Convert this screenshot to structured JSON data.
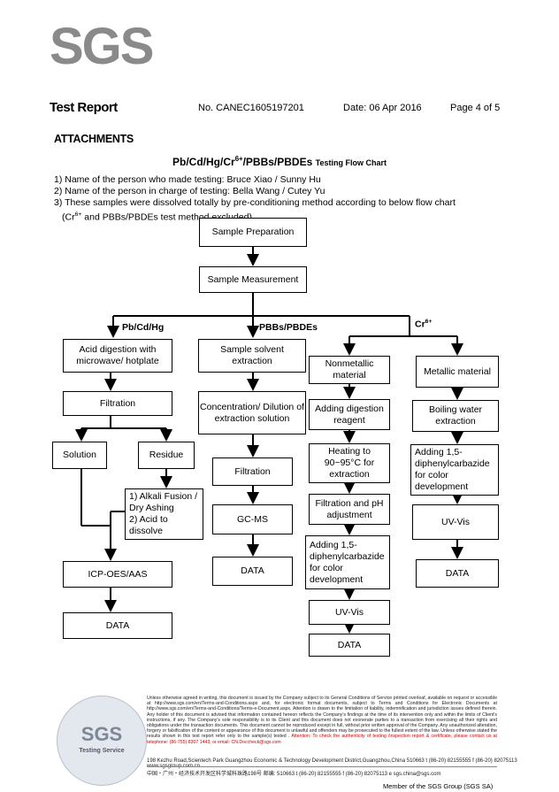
{
  "logo": "SGS",
  "header": {
    "title": "Test Report",
    "report_no": "No. CANEC1605197201",
    "date": "Date: 06 Apr 2016",
    "page": "Page 4 of 5"
  },
  "section": "ATTACHMENTS",
  "chart_title": {
    "main": "Pb/Cd/Hg/Cr6+/PBBs/PBDEs",
    "sub": "Testing Flow Chart"
  },
  "intro": [
    "1) Name of the person who made testing:  Bruce Xiao / Sunny Hu",
    "2) Name of the person in charge of testing:  Bella Wang / Cutey Yu",
    "3) These samples were dissolved totally by  pre-conditioning method according to below flow chart",
    "(Cr6+ and PBBs/PBDEs test method excluded)."
  ],
  "flow": {
    "sample_prep": "Sample Preparation",
    "sample_meas": "Sample Measurement",
    "branch_labels": {
      "metals": "Pb/Cd/Hg",
      "pbb": "PBBs/PBDEs",
      "cr": "Cr6+"
    },
    "metals": {
      "acid": "Acid digestion with microwave/ hotplate",
      "filtration": "Filtration",
      "solution": "Solution",
      "residue": "Residue",
      "alkali": "1) Alkali Fusion / Dry Ashing\n2) Acid to dissolve",
      "icp": "ICP-OES/AAS",
      "data": "DATA"
    },
    "pbb": {
      "solvent": "Sample solvent extraction",
      "conc": "Concentration/ Dilution of extraction solution",
      "filtration": "Filtration",
      "gcms": "GC-MS",
      "data": "DATA"
    },
    "nonmetal": {
      "title": "Nonmetallic material",
      "digest": "Adding digestion reagent",
      "heat": "Heating to 90~95°C  for extraction",
      "filter": "Filtration and pH adjustment",
      "adding": "Adding 1,5-diphenylcarbazide for color development",
      "uvvis": "UV-Vis",
      "data": "DATA"
    },
    "metal": {
      "title": "Metallic material",
      "boil": "Boiling water extraction",
      "adding": "Adding 1,5-diphenylcarbazide for color development",
      "uvvis": "UV-Vis",
      "data": "DATA"
    }
  },
  "footer": {
    "disclaimer": "Unless otherwise agreed in writing, this document is issued by the Company subject to its General Conditions of Service printed overleaf, available on request or accessible at http://www.sgs.com/en/Terms-and-Conditions.aspx and, for electronic format documents, subject to Terms and Conditions for Electronic Documents at http://www.sgs.com/en/Terms-and-Conditions/Terms-e-Document.aspx. Attention is drawn to the limitation of liability, indemnification and jurisdiction issues defined therein. Any holder of this document is advised that information contained hereon reflects the Company's findings at the time of its intervention only and within the limits of Client's instructions, if any. The Company's sole responsibility is to its Client and this document does not exonerate parties to a transaction from exercising all their rights and obligations under the transaction documents. This document cannot be reproduced except in full, without prior written approval of the Company. Any unauthorized alteration, forgery or falsification of the content or appearance of this document is unlawful and offenders may be prosecuted to the fullest extent of the law. Unless otherwise stated the results shown in this test report refer only to the sample(s) tested .",
    "attention": "Attention: To check the authenticity of testing /inspection report & certificate, please contact us at telephone: (86-755) 8307 1443, or email: CN.Doccheck@sgs.com",
    "addr_en": "198 Kezhu Road,Scientech Park Guangzhou Economic & Technology Development District,Guangzhou,China  510663   t (86-20) 82155555   f (86-20) 82075113   www.sgsgroup.com.cn",
    "addr_cn": "中国・广州・经济技术开发区科学城科珠路198号        邮编: 510663   t (86-20) 82155555   f (86-20) 82075113   e sgs.china@sgs.com",
    "member": "Member of the SGS Group (SGS SA)",
    "seal_text": "SGS",
    "seal_sub": "Testing Service"
  }
}
